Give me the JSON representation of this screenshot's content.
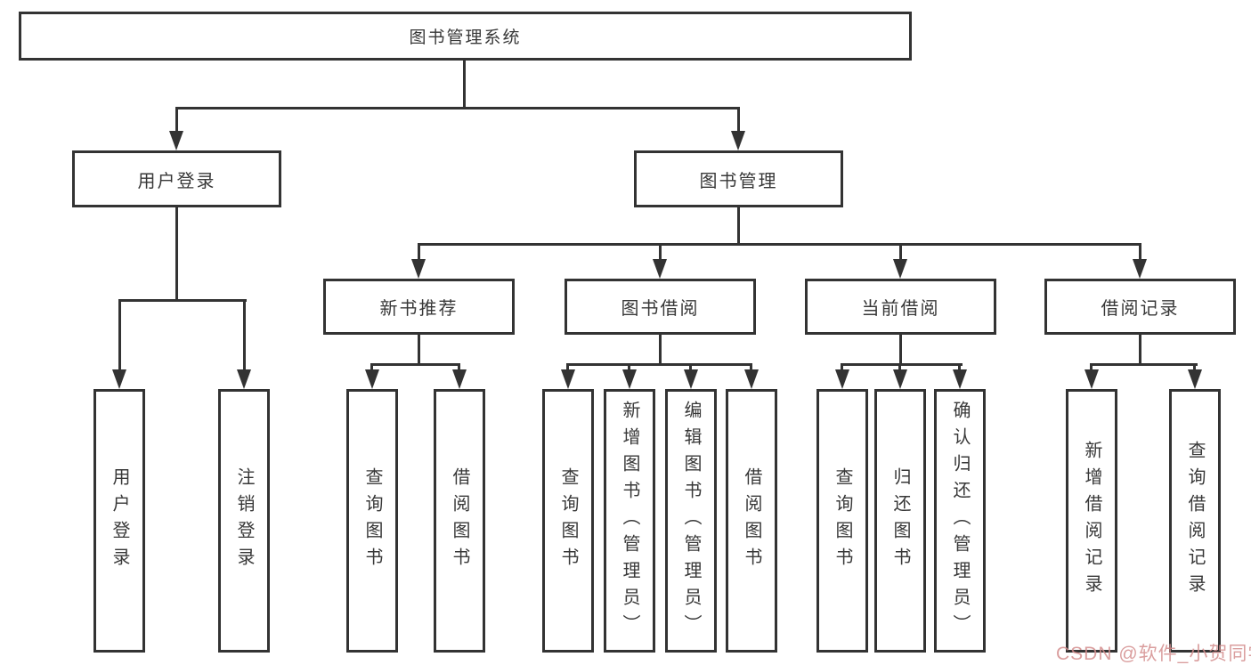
{
  "diagram": {
    "root": {
      "label": "图书管理系统"
    },
    "level2": {
      "user_login": "用户登录",
      "book_mgmt": "图书管理"
    },
    "level3": {
      "new_books": "新书推荐",
      "borrow": "图书借阅",
      "current": "当前借阅",
      "records": "借阅记录"
    },
    "leaves": {
      "user_login": [
        "用户登录",
        "注销登录"
      ],
      "new_books": [
        "查询图书",
        "借阅图书"
      ],
      "borrow": [
        "查询图书",
        "新增图书（管理员）",
        "编辑图书（管理员）",
        "借阅图书"
      ],
      "current": [
        "查询图书",
        "归还图书",
        "确认归还（管理员）"
      ],
      "records": [
        "新增借阅记录",
        "查询借阅记录"
      ]
    }
  },
  "watermark": {
    "text": "CSDN @软件_小贺同学",
    "color": "#d48e8e"
  },
  "colors": {
    "line": "#333333",
    "text": "#383838",
    "background": "#ffffff"
  }
}
